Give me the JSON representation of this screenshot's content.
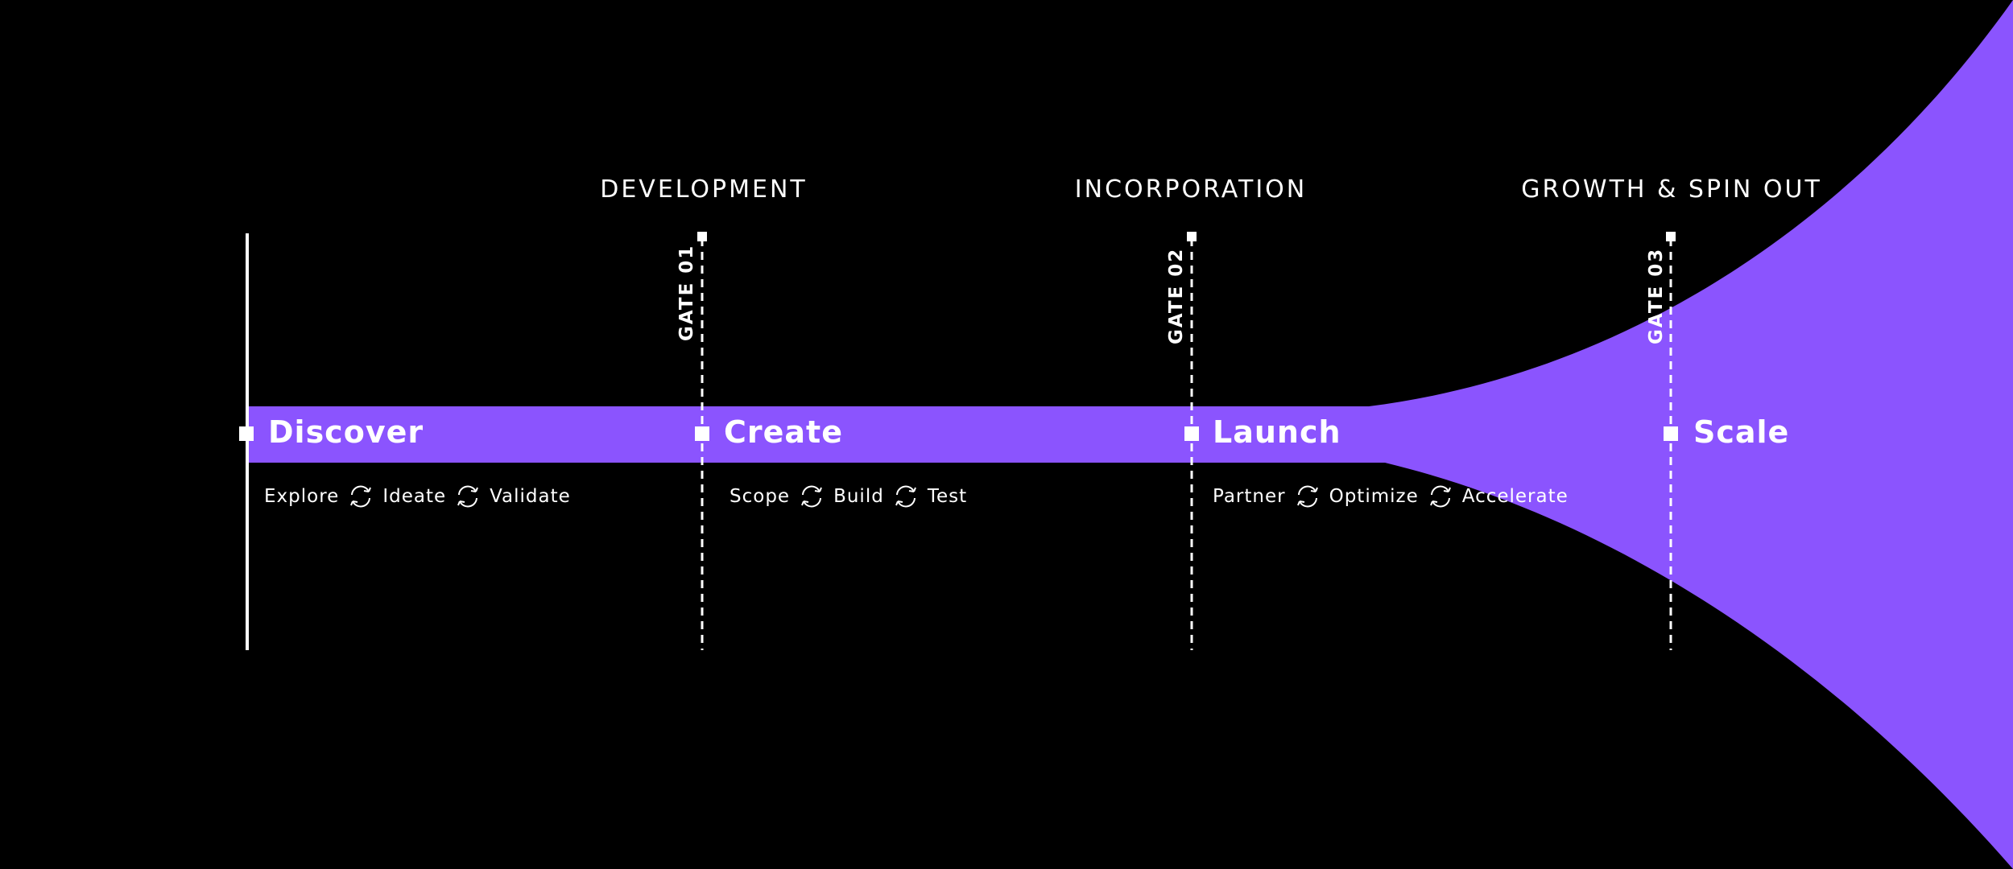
{
  "colors": {
    "background": "#000000",
    "funnel": "#8b54fe",
    "lines": "#ffffff"
  },
  "phases": [
    {
      "heading": "DEVELOPMENT"
    },
    {
      "heading": "INCORPORATION"
    },
    {
      "heading": "GROWTH & SPIN OUT"
    }
  ],
  "gates": [
    {
      "label": "GATE 01"
    },
    {
      "label": "GATE 02"
    },
    {
      "label": "GATE 03"
    }
  ],
  "stages": [
    {
      "title": "Discover",
      "steps": [
        "Explore",
        "Ideate",
        "Validate"
      ]
    },
    {
      "title": "Create",
      "steps": [
        "Scope",
        "Build",
        "Test"
      ]
    },
    {
      "title": "Launch",
      "steps": [
        "Partner",
        "Optimize",
        "Accelerate"
      ]
    },
    {
      "title": "Scale",
      "steps": []
    }
  ],
  "icons": {
    "between_steps": "refresh-cycle-icon"
  }
}
